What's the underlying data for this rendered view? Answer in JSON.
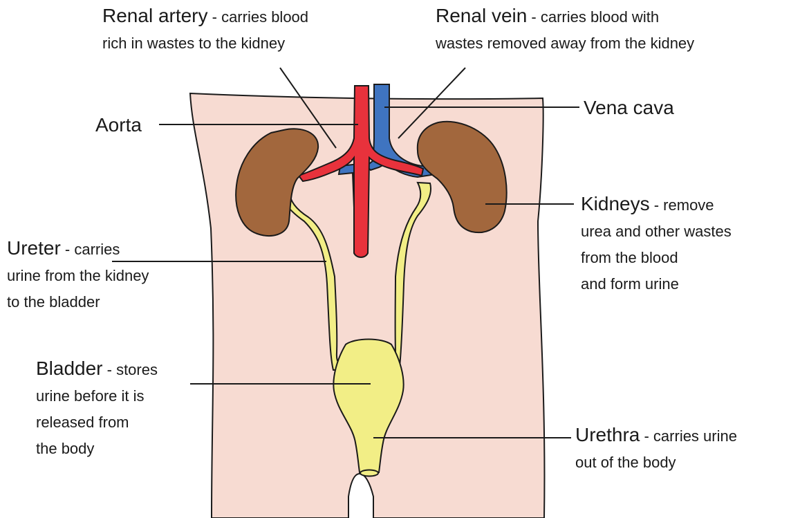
{
  "colors": {
    "body_skin": "#f7dbd2",
    "outline": "#1a1a1a",
    "artery": "#e8323c",
    "vein": "#3f74c0",
    "kidney": "#a2673d",
    "urinary": "#f2ee86",
    "background": "#ffffff"
  },
  "labels": {
    "renal_artery": {
      "term": "Renal artery",
      "desc": " - carries blood",
      "desc2": "rich in wastes to the kidney"
    },
    "renal_vein": {
      "term": "Renal vein",
      "desc": " - carries blood with",
      "desc2": "wastes removed away from the kidney"
    },
    "aorta": {
      "term": "Aorta"
    },
    "vena_cava": {
      "term": "Vena cava"
    },
    "kidneys": {
      "term": "Kidneys",
      "desc": " - remove",
      "desc2": "urea and other wastes",
      "desc3": "from the blood",
      "desc4": "and form urine"
    },
    "ureter": {
      "term": "Ureter",
      "desc": " - carries",
      "desc2": "urine from the kidney",
      "desc3": "to the bladder"
    },
    "bladder": {
      "term": "Bladder",
      "desc": " - stores",
      "desc2": "urine before it is",
      "desc3": "released from",
      "desc4": "the body"
    },
    "urethra": {
      "term": "Urethra",
      "desc": " - carries urine",
      "desc2": "out of the body"
    }
  },
  "icons": {
    "torso": "torso-outline-icon",
    "left_kidney": "kidney-icon",
    "right_kidney": "kidney-icon",
    "aorta": "aorta-vessel-icon",
    "vena_cava": "vena-cava-vessel-icon",
    "bladder": "bladder-icon"
  }
}
